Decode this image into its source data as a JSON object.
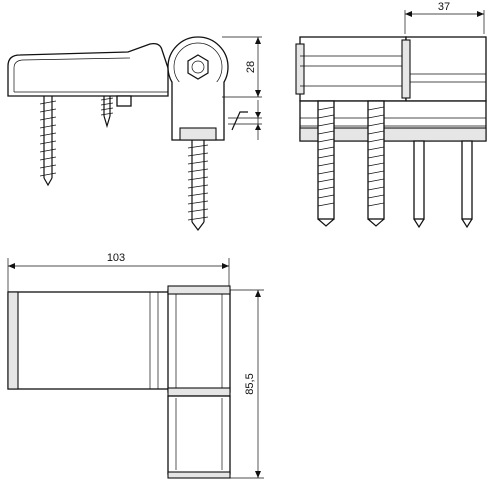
{
  "drawing": {
    "dimensions": {
      "width_side": "37",
      "height_front": "28",
      "width_top": "103",
      "height_top": "85,5"
    },
    "colors": {
      "line": "#111111",
      "background": "#ffffff",
      "shade": "#e6e6e6"
    }
  }
}
